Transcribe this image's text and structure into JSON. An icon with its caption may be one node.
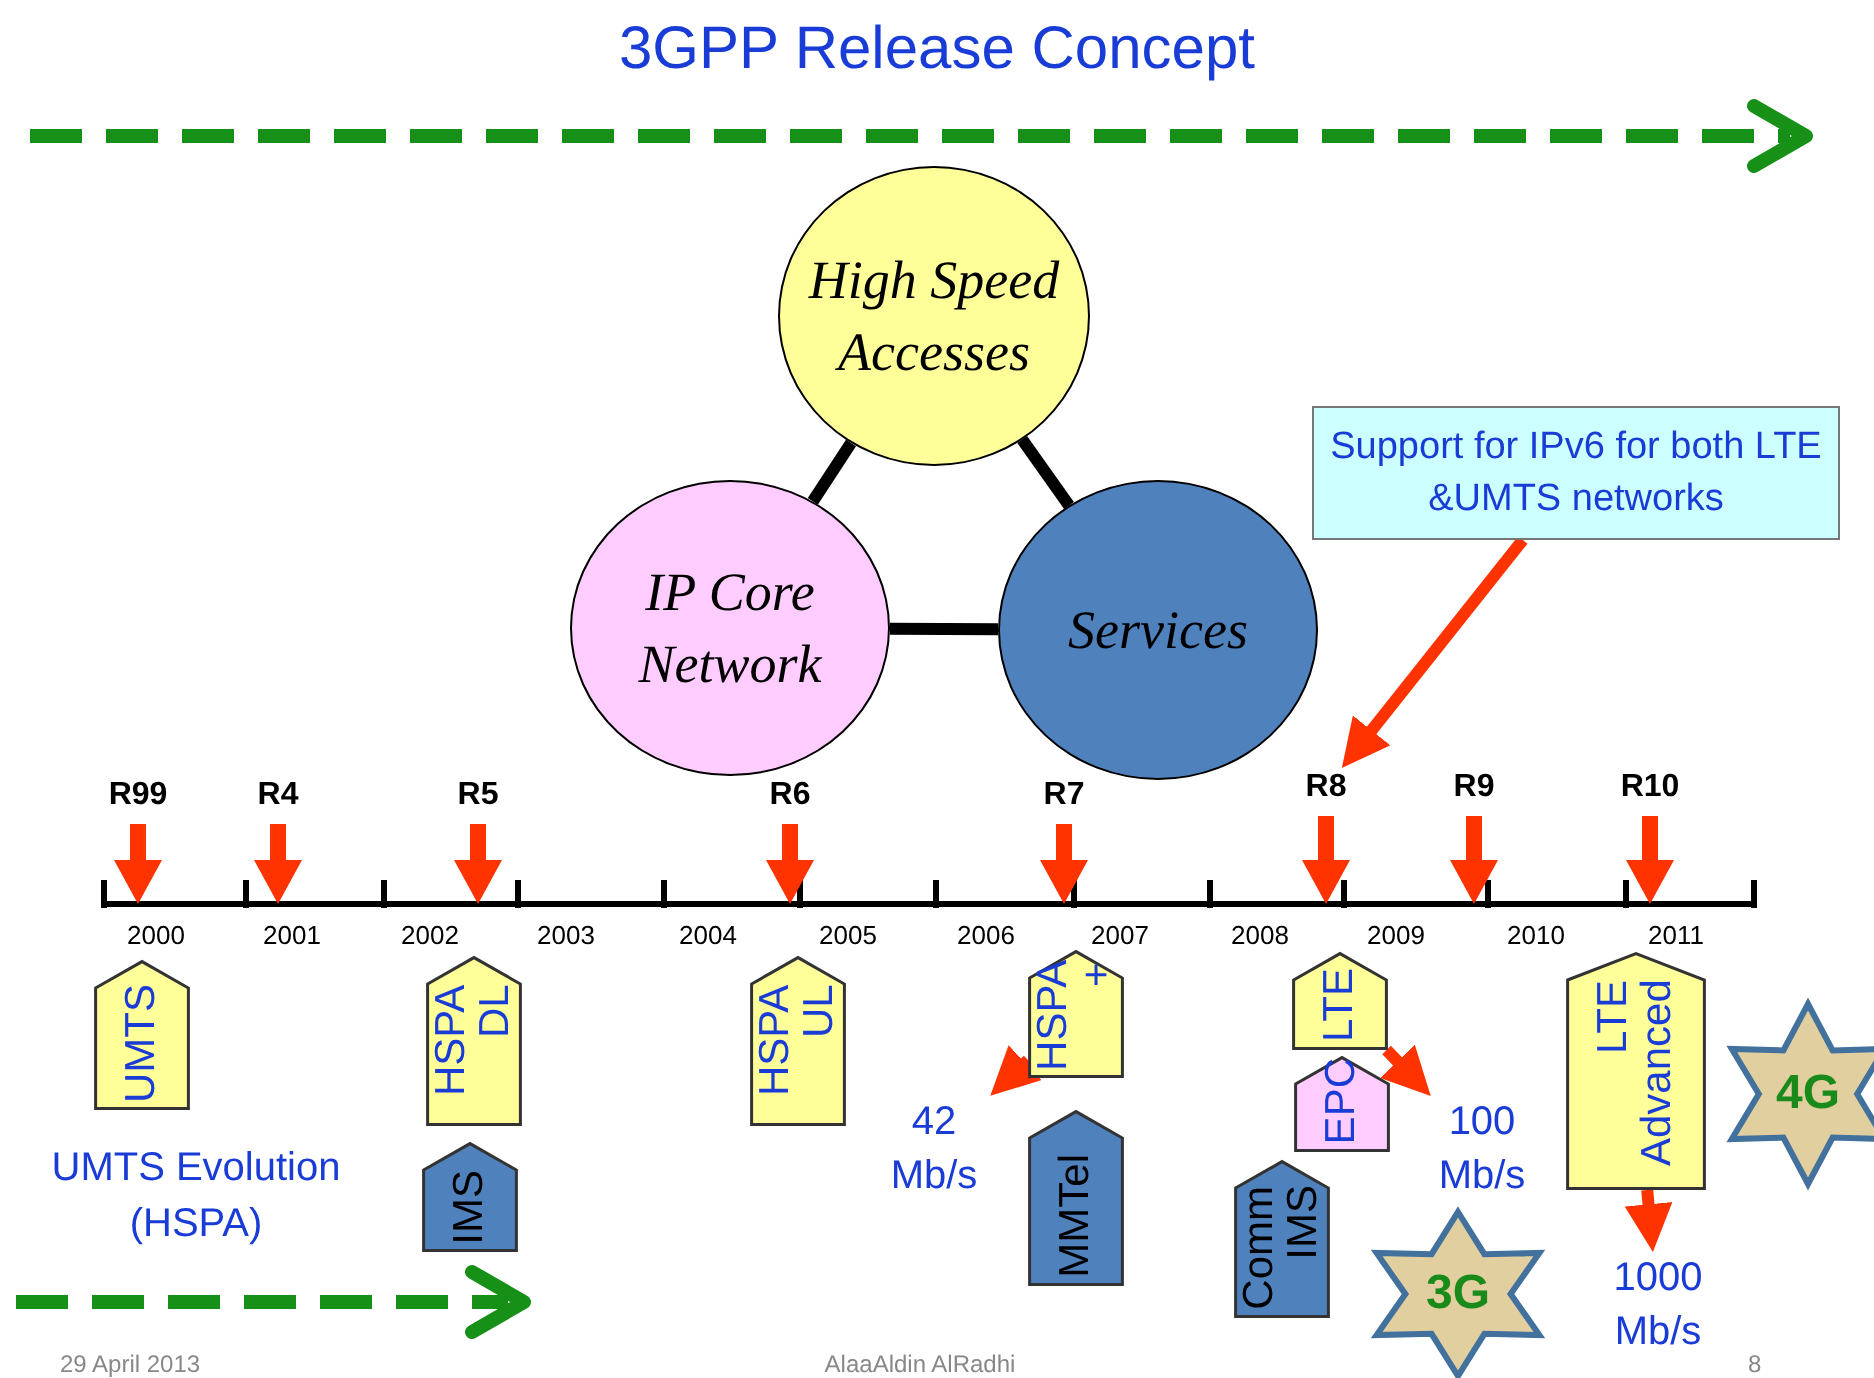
{
  "diagram": {
    "title": "3GPP Release Concept",
    "nodes": [
      {
        "text": [
          "High Speed Accesses"
        ]
      },
      {
        "text": [
          "IP Core Network"
        ]
      },
      {
        "text": [
          "Services"
        ]
      },
      {
        "text": [
          "Support for IPv6 for both LTE &UMTS networks"
        ]
      },
      {
        "text": [
          "R99"
        ]
      },
      {
        "text": [
          "R4"
        ]
      },
      {
        "text": [
          "R5"
        ]
      },
      {
        "text": [
          "R6"
        ]
      },
      {
        "text": [
          "R7"
        ]
      },
      {
        "text": [
          "R8"
        ]
      },
      {
        "text": [
          "R9"
        ]
      },
      {
        "text": [
          "R10"
        ]
      },
      {
        "text": [
          "UMTS"
        ]
      },
      {
        "text": [
          "HSPA DL"
        ]
      },
      {
        "text": [
          "IMS"
        ]
      },
      {
        "text": [
          "HSPA UL"
        ]
      },
      {
        "text": [
          "HSPA +"
        ]
      },
      {
        "text": [
          "MMTel"
        ]
      },
      {
        "text": [
          "LTE"
        ]
      },
      {
        "text": [
          "EPC"
        ]
      },
      {
        "text": [
          "Comm IMS"
        ]
      },
      {
        "text": [
          "LTE Advanced"
        ]
      },
      {
        "text": [
          "42 Mb/s"
        ]
      },
      {
        "text": [
          "100 Mb/s"
        ]
      },
      {
        "text": [
          "1000 Mb/s"
        ]
      },
      {
        "text": [
          "3G"
        ]
      },
      {
        "text": [
          "4G"
        ]
      }
    ],
    "edges": [
      {
        "from": 0,
        "to": 1,
        "arrow": "none",
        "color": "#000000"
      },
      {
        "from": 0,
        "to": 2,
        "arrow": "none",
        "color": "#000000"
      },
      {
        "from": 1,
        "to": 2,
        "arrow": "none",
        "color": "#000000"
      },
      {
        "from": 3,
        "to": 9,
        "arrow": "to"
      },
      {
        "from": 4,
        "to": null,
        "arrow": "to"
      },
      {
        "from": 5,
        "to": null,
        "arrow": "to"
      },
      {
        "from": 6,
        "to": null,
        "arrow": "to"
      },
      {
        "from": 7,
        "to": null,
        "arrow": "to"
      },
      {
        "from": 8,
        "to": null,
        "arrow": "to"
      },
      {
        "from": 9,
        "to": null,
        "arrow": "to"
      },
      {
        "from": 10,
        "to": null,
        "arrow": "to"
      },
      {
        "from": 11,
        "to": null,
        "arrow": "to"
      },
      {
        "from": 16,
        "to": 22,
        "arrow": "to"
      },
      {
        "from": 18,
        "to": 23,
        "arrow": "to"
      },
      {
        "from": 21,
        "to": 24,
        "arrow": "to"
      }
    ],
    "labels": [
      "2000",
      "2001",
      "2002",
      "2003",
      "2004",
      "2005",
      "2006",
      "2007",
      "2008",
      "2009",
      "2010",
      "2011",
      "UMTS Evolution (HSPA)",
      "29 April 2013",
      "AlaaAldin AlRadhi",
      "8"
    ]
  }
}
